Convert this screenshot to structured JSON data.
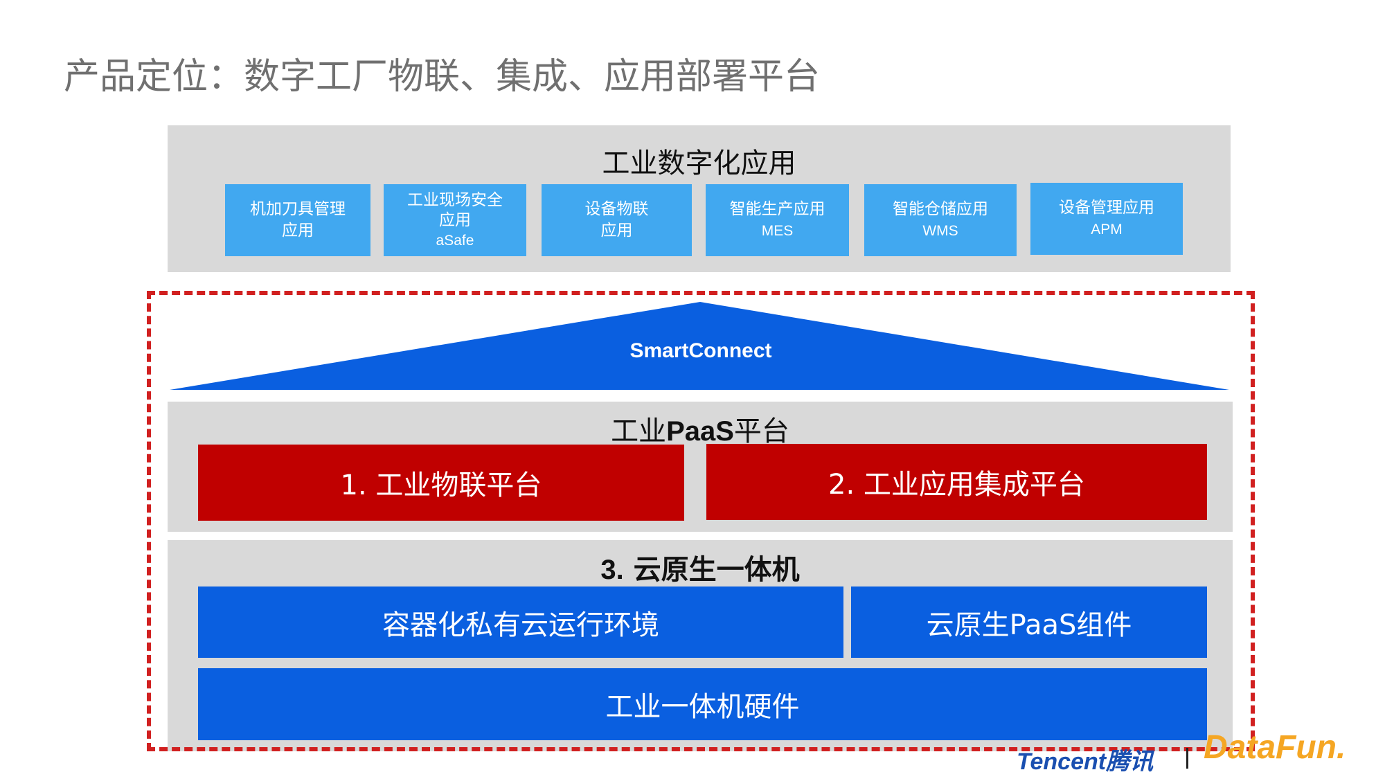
{
  "title": "产品定位：数字工厂物联、集成、应用部署平台",
  "apps_panel": {
    "heading": "工业数字化应用",
    "apps": [
      {
        "line1": "机加刀具管理",
        "line2": "应用",
        "line3": ""
      },
      {
        "line1": "工业现场安全",
        "line2": "应用",
        "line3": "aSafe"
      },
      {
        "line1": "设备物联",
        "line2": "应用",
        "line3": ""
      },
      {
        "line1": "智能生产应用",
        "line2": "MES",
        "line3": ""
      },
      {
        "line1": "智能仓储应用",
        "line2": "WMS",
        "line3": ""
      },
      {
        "line1": "设备管理应用",
        "line2": "APM",
        "line3": ""
      }
    ]
  },
  "smartconnect": {
    "label": "SmartConnect"
  },
  "paas_panel": {
    "heading_prefix": "工业",
    "heading_bold": "PaaS",
    "heading_suffix": "平台",
    "iot_platform": "1. 工业物联平台",
    "integration_platform": "2. 工业应用集成平台"
  },
  "cloud_panel": {
    "heading_bold": "3.",
    "heading_rest": " 云原生一体机",
    "container_env": "容器化私有云运行环境",
    "paas_components": "云原生PaaS组件",
    "hardware": "工业一体机硬件"
  },
  "logos": {
    "tencent": "Tencent腾讯",
    "datafun": "DataFun."
  },
  "colors": {
    "panel_gray": "#d9d9d9",
    "app_blue": "#41a8f0",
    "platform_red": "#c00000",
    "core_blue": "#0a5fe0",
    "dashed_border": "#d12020"
  }
}
